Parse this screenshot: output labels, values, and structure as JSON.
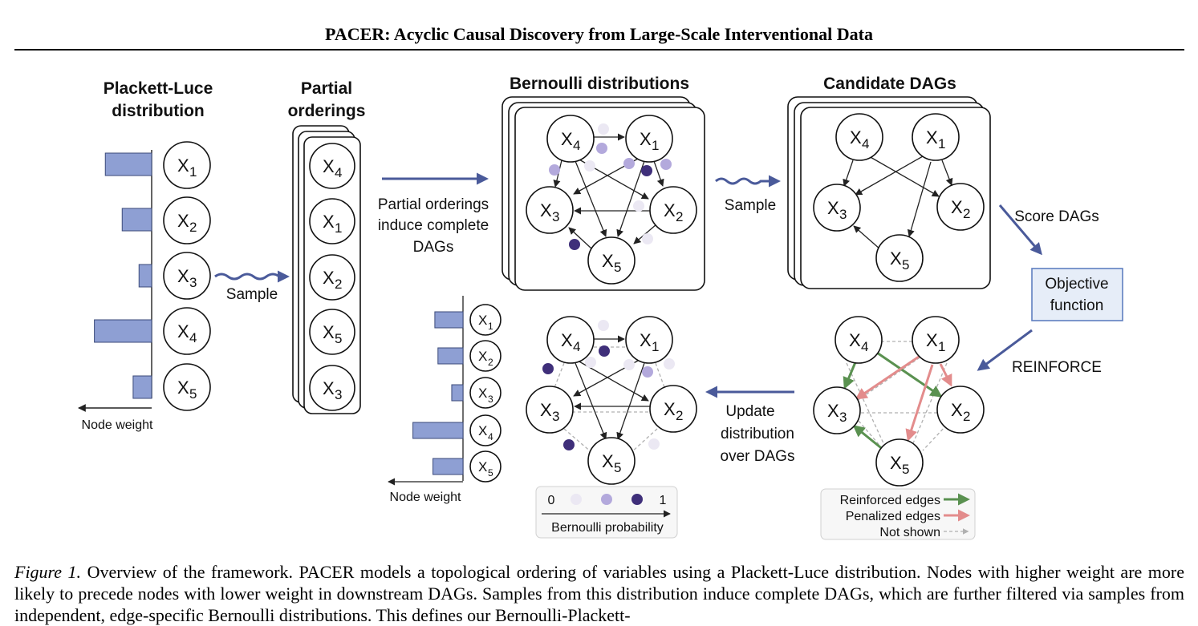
{
  "header": {
    "title": "PACER: Acyclic Causal Discovery from Large-Scale Interventional Data"
  },
  "panels": {
    "plackett_luce": {
      "title_line1": "Plackett-Luce",
      "title_line2": "distribution",
      "axis_label": "Node weight",
      "node_weights": [
        0.55,
        0.35,
        0.15,
        0.68,
        0.22
      ]
    },
    "partial_orderings": {
      "title_line1": "Partial",
      "title_line2": "orderings",
      "order": [
        "X4",
        "X1",
        "X2",
        "X5",
        "X3"
      ]
    },
    "bernoulli": {
      "title": "Bernoulli distributions"
    },
    "candidate": {
      "title": "Candidate DAGs"
    }
  },
  "arrows": {
    "sample1": "Sample",
    "induce_line1": "Partial orderings",
    "induce_line2": "induce complete",
    "induce_line3": "DAGs",
    "sample2": "Sample",
    "score": "Score DAGs",
    "reinforce": "REINFORCE",
    "update_line1": "Update",
    "update_line2": "distribution",
    "update_line3": "over DAGs"
  },
  "objective": {
    "line1": "Objective",
    "line2": "function"
  },
  "updated_weights": {
    "axis_label": "Node weight",
    "node_weights": [
      0.45,
      0.4,
      0.18,
      0.8,
      0.48
    ]
  },
  "nodes": {
    "x1": "X",
    "x1_sub": "1",
    "x2": "X",
    "x2_sub": "2",
    "x3": "X",
    "x3_sub": "3",
    "x4": "X",
    "x4_sub": "4",
    "x5": "X",
    "x5_sub": "5"
  },
  "bernoulli_legend": {
    "low": "0",
    "high": "1",
    "label": "Bernoulli probability"
  },
  "edge_legend": {
    "reinforced": "Reinforced edges",
    "penalized": "Penalized edges",
    "not_shown": "Not shown"
  },
  "colors": {
    "bar": "#8e9fd3",
    "arrow": "#4a5a9a",
    "reinforced": "#5a9150",
    "penalized": "#e38c8c",
    "objective_bg": "#e6edf8",
    "dot_dark": "#3f2f7a",
    "dot_mid": "#b3a9dc",
    "dot_light": "#ebe8f3"
  },
  "caption": {
    "lead": "Figure 1.",
    "body": " Overview of the framework. PACER models a topological ordering of variables using a Plackett-Luce distribution. Nodes with higher weight are more likely to precede nodes with lower weight in downstream DAGs. Samples from this distribution induce complete DAGs, which are further filtered via samples from independent, edge-specific Bernoulli distributions. This defines our Bernoulli-Plackett-"
  }
}
